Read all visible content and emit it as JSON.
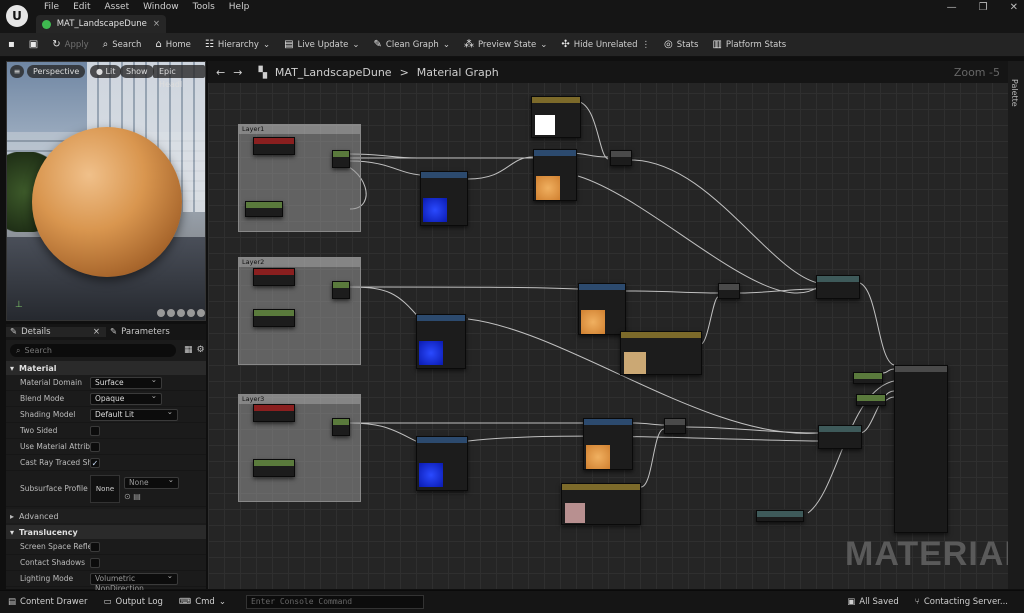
{
  "menu": [
    "File",
    "Edit",
    "Asset",
    "Window",
    "Tools",
    "Help"
  ],
  "tab": {
    "title": "MAT_LandscapeDune"
  },
  "toolbar": {
    "apply": "Apply",
    "search": "Search",
    "home": "Home",
    "hierarchy": "Hierarchy",
    "live_update": "Live Update",
    "clean_graph": "Clean Graph",
    "preview_state": "Preview State",
    "hide_unrelated": "Hide Unrelated",
    "stats": "Stats",
    "platform_stats": "Platform Stats"
  },
  "viewport": {
    "perspective": "Perspective",
    "lit": "Lit",
    "show": "Show",
    "epic": "Epic Headl"
  },
  "details": {
    "tab_details": "Details",
    "tab_parameters": "Parameters",
    "search_placeholder": "Search",
    "section_material": "Material",
    "rows": [
      {
        "label": "Material Domain",
        "value": "Surface"
      },
      {
        "label": "Blend Mode",
        "value": "Opaque"
      },
      {
        "label": "Shading Model",
        "value": "Default Lit"
      },
      {
        "label": "Two Sided",
        "value": ""
      },
      {
        "label": "Use Material Attribu...",
        "value": ""
      },
      {
        "label": "Cast Ray Traced Sh...",
        "value": "✓"
      },
      {
        "label": "Subsurface Profile",
        "value": "None"
      }
    ],
    "subsurface_none": "None",
    "section_advanced": "Advanced",
    "section_translucency": "Translucency",
    "rows2": [
      {
        "label": "Screen Space Refle..."
      },
      {
        "label": "Contact Shadows"
      },
      {
        "label": "Lighting Mode",
        "value": "Volumetric NonDirection"
      }
    ]
  },
  "graph": {
    "breadcrumb_asset": "MAT_LandscapeDune",
    "breadcrumb_sep": ">",
    "breadcrumb_graph": "Material Graph",
    "zoom": "Zoom -5",
    "comments": [
      "Layer1",
      "Layer2",
      "Layer3"
    ],
    "watermark": "MATERIAL"
  },
  "palette": "Palette",
  "statusbar": {
    "content_drawer": "Content Drawer",
    "output_log": "Output Log",
    "cmd": "Cmd",
    "console_placeholder": "Enter Console Command",
    "all_saved": "All Saved",
    "contacting": "Contacting Server..."
  }
}
